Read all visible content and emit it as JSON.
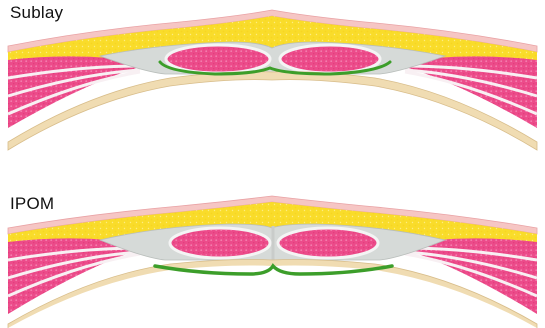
{
  "panels": [
    {
      "label": "Sublay",
      "mesh_placement": "sublay"
    },
    {
      "label": "IPOM",
      "mesh_placement": "intraperitoneal"
    }
  ],
  "colors": {
    "skin": "#f6c6c4",
    "fat": "#f9dc2a",
    "fat_light": "#fbe97a",
    "muscle": "#ec4b8a",
    "muscle_light": "#f6a3c4",
    "fascia": "#d6dad8",
    "peritoneum": "#f0dcb2",
    "mesh": "#3c9e2a"
  }
}
